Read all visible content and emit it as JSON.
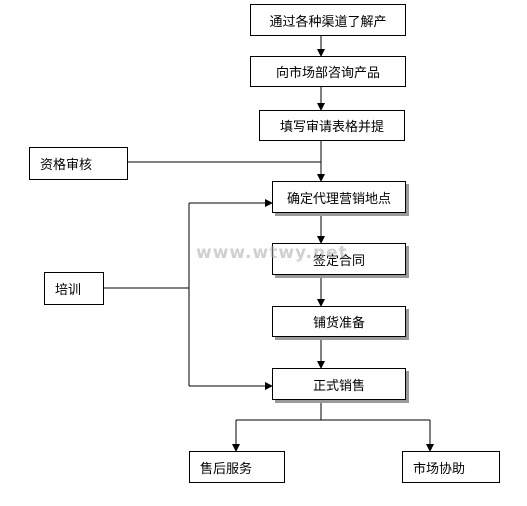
{
  "flow": {
    "step1": "通过各种渠道了解产",
    "step2": "向市场部咨询产品",
    "step3": "填写审请表格并提",
    "step4": "确定代理营销地点",
    "step5": "签定合同",
    "step6": "铺货准备",
    "step7": "正式销售",
    "branch_left": "售后服务",
    "branch_right": "市场协助"
  },
  "side": {
    "qualification_review": "资格审核",
    "training": "培训"
  },
  "watermark": "www.wtwy.net"
}
